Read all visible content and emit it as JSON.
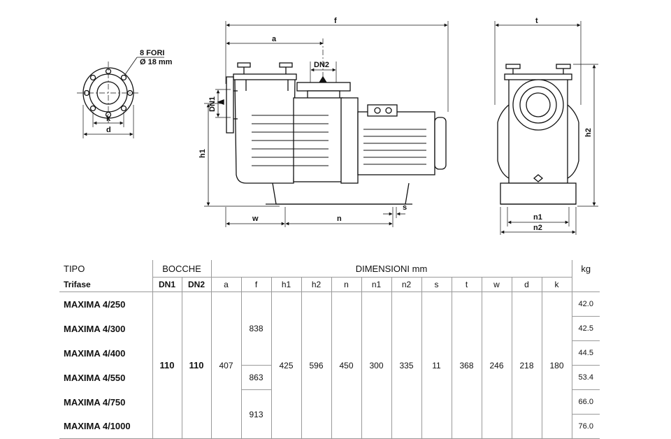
{
  "drawings": {
    "flange_holes": "8 FORI",
    "flange_dia": "Ø 18 mm",
    "labels": {
      "k": "k",
      "d": "d",
      "f": "f",
      "a": "a",
      "dn2": "DN2",
      "dn1": "DN1",
      "h1": "h1",
      "w": "w",
      "n": "n",
      "s": "s",
      "t": "t",
      "h2": "h2",
      "n1": "n1",
      "n2": "n2"
    }
  },
  "table": {
    "tipo_label": "TIPO",
    "trifase_label": "Trifase",
    "bocche_label": "BOCCHE",
    "dim_label": "DIMENSIONI mm",
    "kg_label": "kg",
    "cols": [
      "DN1",
      "DN2",
      "a",
      "f",
      "h1",
      "h2",
      "n",
      "n1",
      "n2",
      "s",
      "t",
      "w",
      "d",
      "k"
    ],
    "models": [
      "MAXIMA 4/250",
      "MAXIMA 4/300",
      "MAXIMA 4/400",
      "MAXIMA 4/550",
      "MAXIMA 4/750",
      "MAXIMA 4/1000"
    ],
    "dn1": "110",
    "dn2": "110",
    "a": "407",
    "f": [
      "838",
      "863",
      "913"
    ],
    "h1": "425",
    "h2": "596",
    "n": "450",
    "n1": "300",
    "n2": "335",
    "s": "11",
    "t": "368",
    "w": "246",
    "d": "218",
    "k": "180",
    "kg": [
      "42.0",
      "42.5",
      "44.5",
      "53.4",
      "66.0",
      "76.0"
    ]
  }
}
